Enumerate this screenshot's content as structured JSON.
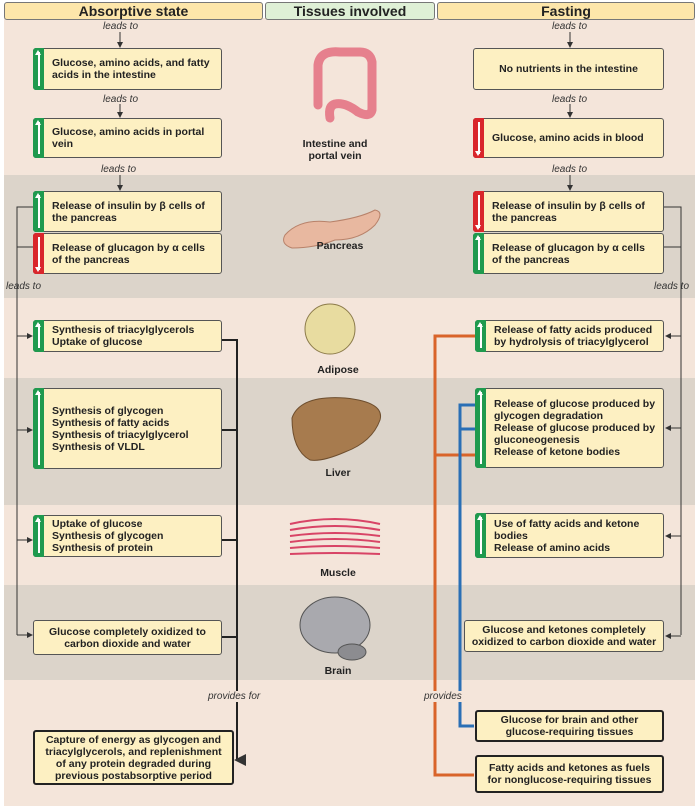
{
  "headers": {
    "absorptive": "Absorptive state",
    "tissues": "Tissues involved",
    "fasting": "Fasting"
  },
  "connectors": {
    "leads_to": "leads to",
    "provides_for": "provides for",
    "provides": "provides"
  },
  "tissues": {
    "intestine": "Intestine and portal vein",
    "pancreas": "Pancreas",
    "adipose": "Adipose",
    "liver": "Liver",
    "muscle": "Muscle",
    "brain": "Brain"
  },
  "absorptive": [
    {
      "lines": [
        "Glucose, amino acids, and fatty acids in the intestine"
      ],
      "indicator": "up"
    },
    {
      "lines": [
        "Glucose, amino acids in portal vein"
      ],
      "indicator": "up"
    },
    {
      "lines": [
        "Release of insulin by β cells of the pancreas"
      ],
      "indicator": "up"
    },
    {
      "lines": [
        "Release of glucagon by α cells of the pancreas"
      ],
      "indicator": "down"
    },
    {
      "lines": [
        "Synthesis of triacylglycerols",
        "Uptake of glucose"
      ],
      "indicator": "up"
    },
    {
      "lines": [
        "Synthesis of glycogen",
        "Synthesis of fatty acids",
        "Synthesis of triacylglycerol",
        "Synthesis of VLDL"
      ],
      "indicator": "up"
    },
    {
      "lines": [
        "Uptake of glucose",
        "Synthesis of glycogen",
        "Synthesis of protein"
      ],
      "indicator": "up"
    },
    {
      "lines": [
        "Glucose completely oxidized to carbon dioxide and water"
      ],
      "indicator": "none"
    },
    {
      "lines": [
        "Capture of energy as glycogen and triacylglycerols, and replenishment of any protein degraded during previous postabsorptive period"
      ],
      "indicator": "none"
    }
  ],
  "fasting": [
    {
      "lines": [
        "No nutrients in the intestine"
      ],
      "indicator": "none"
    },
    {
      "lines": [
        "Glucose, amino acids in blood"
      ],
      "indicator": "down"
    },
    {
      "lines": [
        "Release of insulin by β cells of the pancreas"
      ],
      "indicator": "down"
    },
    {
      "lines": [
        "Release of glucagon by α cells of the pancreas"
      ],
      "indicator": "up"
    },
    {
      "lines": [
        "Release of fatty acids produced by hydrolysis of triacylglycerol"
      ],
      "indicator": "up"
    },
    {
      "lines": [
        "Release of glucose produced by glycogen degradation",
        "Release of glucose produced by gluconeogenesis",
        "Release of ketone bodies"
      ],
      "indicator": "up"
    },
    {
      "lines": [
        "Use of fatty acids and ketone bodies",
        "Release of amino acids"
      ],
      "indicator": "up"
    },
    {
      "lines": [
        "Glucose and ketones completely oxidized to carbon dioxide and water"
      ],
      "indicator": "none"
    },
    {
      "lines": [
        "Glucose for brain and other glucose-requiring tissues"
      ],
      "indicator": "none"
    },
    {
      "lines": [
        "Fatty acids and ketones as fuels for nonglucose-requiring tissues"
      ],
      "indicator": "none"
    }
  ],
  "colors": {
    "green": "#1f9a4e",
    "red": "#d9262b",
    "orange": "#d9642a",
    "blue": "#2a6fb5"
  }
}
